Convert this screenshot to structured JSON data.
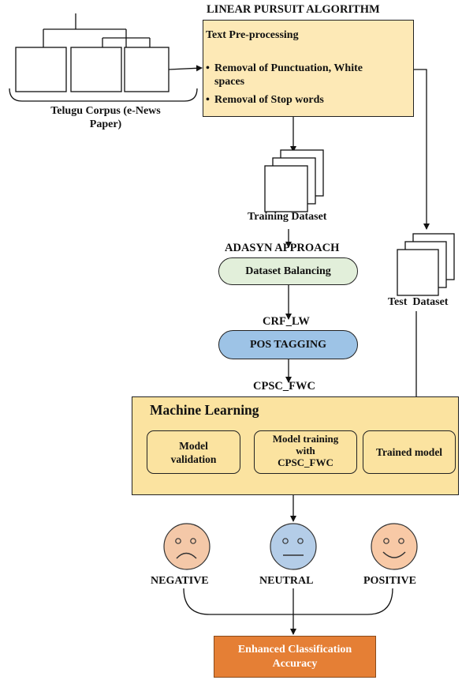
{
  "title": "LINEAR PURSUIT ALGORITHM",
  "corpus_label": "Telugu Corpus (e-News Paper)",
  "corpus_label_line1": "Telugu Corpus (e-News",
  "corpus_label_line2": "Paper)",
  "preprocessing": {
    "heading": "Text Pre-processing",
    "bullet1_line1": "Removal of Punctuation, White",
    "bullet1_line2": "spaces",
    "bullet2": "Removal of Stop words"
  },
  "training_dataset": "Training Dataset",
  "adasyn": "ADASYN APPROACH",
  "dataset_balancing": "Dataset Balancing",
  "crf": "CRF_LW",
  "pos_tagging": "POS TAGGING",
  "cpsc": "CPSC_FWC",
  "test_dataset": "Test  Dataset",
  "ml": {
    "heading": "Machine Learning",
    "validation_line1": "Model",
    "validation_line2": "validation",
    "training_line1": "Model training",
    "training_line2": "with",
    "training_line3": "CPSC_FWC",
    "trained": "Trained model"
  },
  "sentiments": {
    "negative": "NEGATIVE",
    "neutral": "NEUTRAL",
    "positive": "POSITIVE"
  },
  "result_line1": "Enhanced Classification",
  "result_line2": "Accuracy",
  "colors": {
    "preprocess_fill": "#fde9b6",
    "ml_fill": "#fbe3a0",
    "balancing_fill": "#e2efda",
    "pos_fill": "#9dc3e6",
    "negative_face": "#f4c8a8",
    "neutral_face": "#b4cde8",
    "positive_face": "#f8c9a6",
    "result_fill": "#e57f35"
  }
}
